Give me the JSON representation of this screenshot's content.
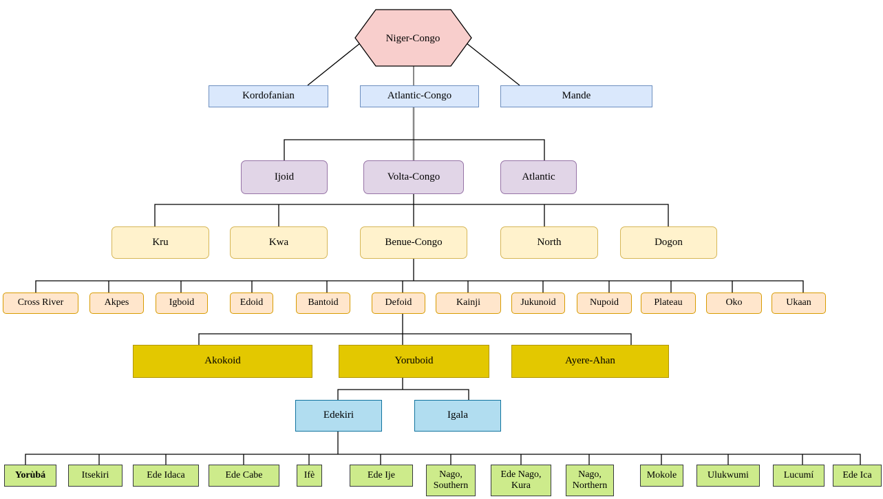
{
  "root": "Niger-Congo",
  "level1": [
    "Kordofanian",
    "Atlantic-Congo",
    "Mande"
  ],
  "level2": [
    "Ijoid",
    "Volta-Congo",
    "Atlantic"
  ],
  "level3": [
    "Kru",
    "Kwa",
    "Benue-Congo",
    "North",
    "Dogon"
  ],
  "level4": [
    "Cross River",
    "Akpes",
    "Igboid",
    "Edoid",
    "Bantoid",
    "Defoid",
    "Kainji",
    "Jukunoid",
    "Nupoid",
    "Plateau",
    "Oko",
    "Ukaan"
  ],
  "level5": [
    "Akokoid",
    "Yoruboid",
    "Ayere-Ahan"
  ],
  "level6": [
    "Edekiri",
    "Igala"
  ],
  "level7": [
    "Yorùbá",
    "Itsekiri",
    "Ede Idaca",
    "Ede Cabe",
    "Ifè",
    "Ede Ije",
    "Nago,\nSouthern",
    "Ede Nago,\nKura",
    "Nago,\nNorthern",
    "Mokole",
    "Ulukwumi",
    "Lucumí",
    "Ede Ica"
  ],
  "colors": {
    "root_fill": "#f8cecc",
    "root_stroke": "#b85450",
    "level1_fill": "#dae8fc",
    "level2_fill": "#e1d5e7",
    "level3_fill": "#fff2cc",
    "level4_fill": "#ffe6cc",
    "level5_fill": "#e3c800",
    "level6_fill": "#b1ddf0",
    "level7_fill": "#cdeb8b"
  }
}
